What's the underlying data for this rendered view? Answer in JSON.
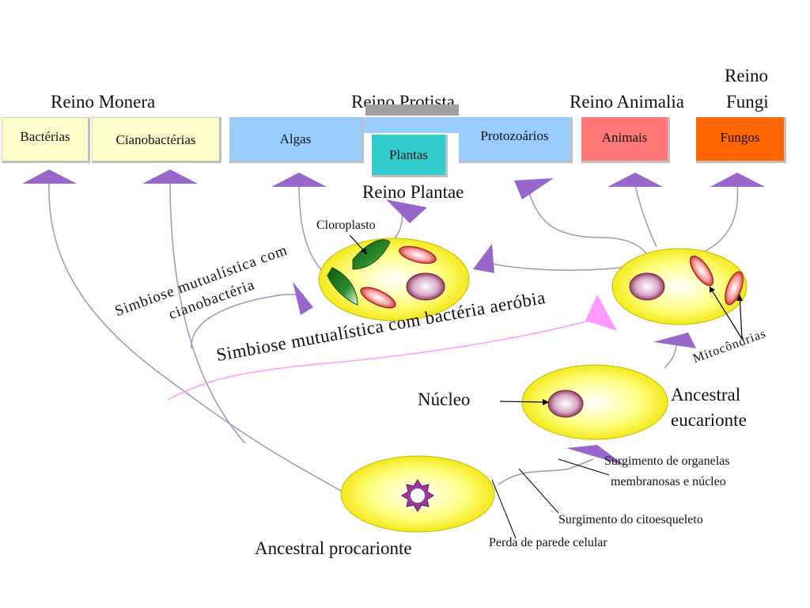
{
  "kingdoms": {
    "monera": "Reino Monera",
    "protista": "Reino Protista",
    "animalia": "Reino Animalia",
    "fungi_line1": "Reino",
    "fungi_line2": "Fungi",
    "plantae": "Reino Plantae"
  },
  "groups": {
    "bacterias": "Bactérias",
    "cianobacterias": "Cianobactérias",
    "algas": "Algas",
    "plantas": "Plantas",
    "protozoarios": "Protozoários",
    "animais": "Animais",
    "fungos": "Fungos"
  },
  "labels": {
    "cloroplasto": "Cloroplasto",
    "simbiose_ciano_1": "Simbiose mutualística com",
    "simbiose_ciano_2": "cianobactéria",
    "simbiose_bacteria": "Simbiose mutualística com bactéria aeróbia",
    "mitocondrias": "Mitocôndrias",
    "nucleo": "Núcleo",
    "ancestral_euc_1": "Ancestral",
    "ancestral_euc_2": "eucarionte",
    "surgimento_organelas_1": "Surgimento de organelas",
    "surgimento_organelas_2": "membranosas e núcleo",
    "surgimento_citoesqueleto": "Surgimento do citoesqueleto",
    "perda_parede": "Perda de parede celular",
    "ancestral_proc": "Ancestral procarionte"
  },
  "colors": {
    "monera_box": "#ffffcc",
    "protista_box": "#99ccff",
    "plantas_box": "#33cccc",
    "animais_box": "#ff7777",
    "fungos_box": "#ff6600",
    "cell_fill": "#ffff66",
    "arrow": "#9966cc",
    "symbiosis_line": "#ff99ff"
  }
}
